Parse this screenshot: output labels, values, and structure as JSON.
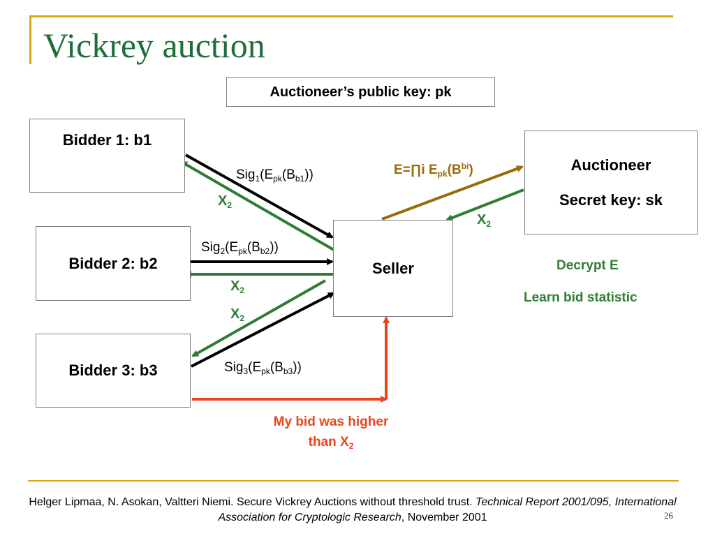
{
  "slide": {
    "title": "Vickrey auction",
    "page_number": "26",
    "accent_color": "#d9a51a",
    "title_color": "#1f6e3a"
  },
  "diagram": {
    "public_key_label": "Auctioneer’s public key: pk",
    "bidders": [
      "Bidder 1: b1",
      "Bidder 2: b2",
      "Bidder 3: b3"
    ],
    "seller": "Seller",
    "auctioneer": {
      "name": "Auctioneer",
      "secret_key": "Secret key: sk"
    },
    "sig_labels": [
      {
        "sig_sub": "1",
        "bid_sub": "b1"
      },
      {
        "sig_sub": "2",
        "bid_sub": "b2"
      },
      {
        "sig_sub": "3",
        "bid_sub": "b3"
      }
    ],
    "sig_text": {
      "sig": "Sig",
      "open": "(E",
      "pk": "pk",
      "b": "(B",
      "close": "))"
    },
    "x2_label": {
      "x": "X",
      "sub": "2"
    },
    "encryption_label": {
      "prefix": "E=∏i E",
      "pk": "pk",
      "open": "(B",
      "sup": "bi",
      "close": ")"
    },
    "auctioneer_actions": [
      "Decrypt E",
      "Learn bid statistic"
    ],
    "complaint": {
      "line1": "My bid was higher",
      "line2": "than X",
      "sub": "2"
    },
    "colors": {
      "green": "#2e7d32",
      "brown": "#986a0a",
      "red": "#e8451b",
      "black": "#000000"
    }
  },
  "footer": {
    "authors": "Helger Lipmaa, N. Asokan, Valtteri Niemi. Secure Vickrey Auctions without threshold trust. ",
    "venue": "Technical Report 2001/095, International Association for Cryptologic Research",
    "date": ", November 2001"
  }
}
